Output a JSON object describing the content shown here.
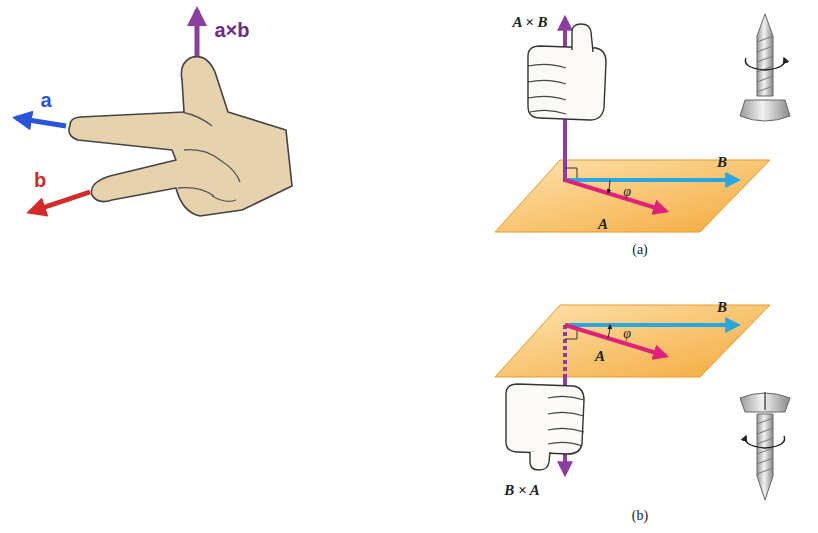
{
  "diagram": {
    "labels": [
      "a×b",
      "a",
      "b",
      "A × B",
      "B",
      "A",
      "φ",
      "(a)",
      "B",
      "A",
      "φ",
      "B × A",
      "(b)"
    ]
  }
}
